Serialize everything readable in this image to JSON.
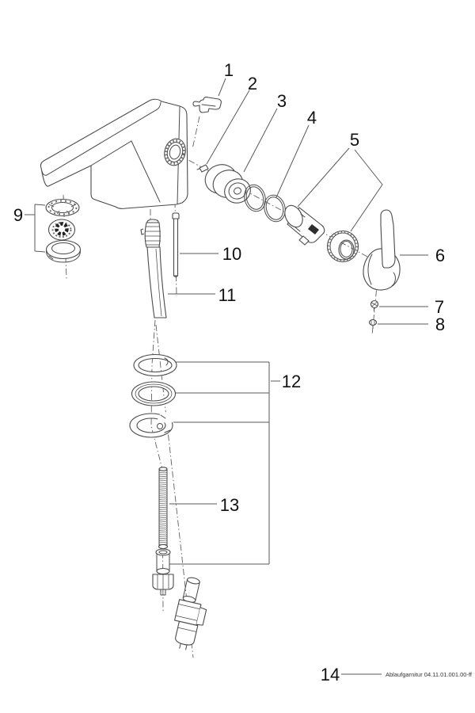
{
  "colors": {
    "background": "#ffffff",
    "line": "#4a4a4a",
    "label": "#111111",
    "footer_text": "#333333"
  },
  "callouts": [
    {
      "label": "1"
    },
    {
      "label": "2"
    },
    {
      "label": "3"
    },
    {
      "label": "4"
    },
    {
      "label": "5"
    },
    {
      "label": "6"
    },
    {
      "label": "7"
    },
    {
      "label": "8"
    },
    {
      "label": "9"
    },
    {
      "label": "10"
    },
    {
      "label": "11"
    },
    {
      "label": "12"
    },
    {
      "label": "13"
    },
    {
      "label": "14"
    }
  ],
  "footer": {
    "text": "Ablaufgarnitur 04.11.01.001.00-ff"
  }
}
